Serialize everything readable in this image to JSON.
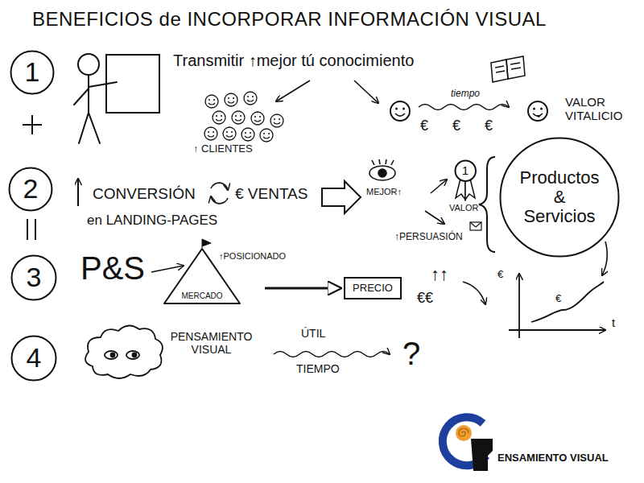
{
  "diagram": {
    "title": "BENEFICIOS de INCORPORAR INFORMACIÓN VISUAL",
    "nodes": [
      {
        "text": [
          "1"
        ]
      },
      {
        "text": [
          "2"
        ]
      },
      {
        "text": [
          "1"
        ]
      },
      {
        "text": [
          "Productos & Servicios"
        ]
      },
      {
        "text": [
          "3"
        ]
      },
      {
        "text": [
          "MERCADO"
        ]
      },
      {
        "text": [
          "PRECIO"
        ]
      },
      {
        "text": [
          "4"
        ]
      }
    ],
    "edges": [
      {
        "from": 5,
        "to": 6,
        "arrow": "to"
      }
    ],
    "labels": [
      "Transmitir ↑mejor tú conocimiento",
      "↑ CLIENTES",
      "tiempo",
      "€",
      "€",
      "€",
      "VALOR VITALICIO",
      "CONVERSIÓN",
      "€ VENTAS",
      "en LANDING-PAGES",
      "MEJOR↑",
      "VALOR",
      "↑PERSUASIÓN",
      "P&S",
      "↑POSICIONADO",
      "↑↑",
      "€€",
      "€",
      "€",
      "t",
      "PENSAMIENTO VISUAL",
      "ÚTIL",
      "TIEMPO",
      "?",
      "ENSAMIENTO VISUAL"
    ]
  }
}
